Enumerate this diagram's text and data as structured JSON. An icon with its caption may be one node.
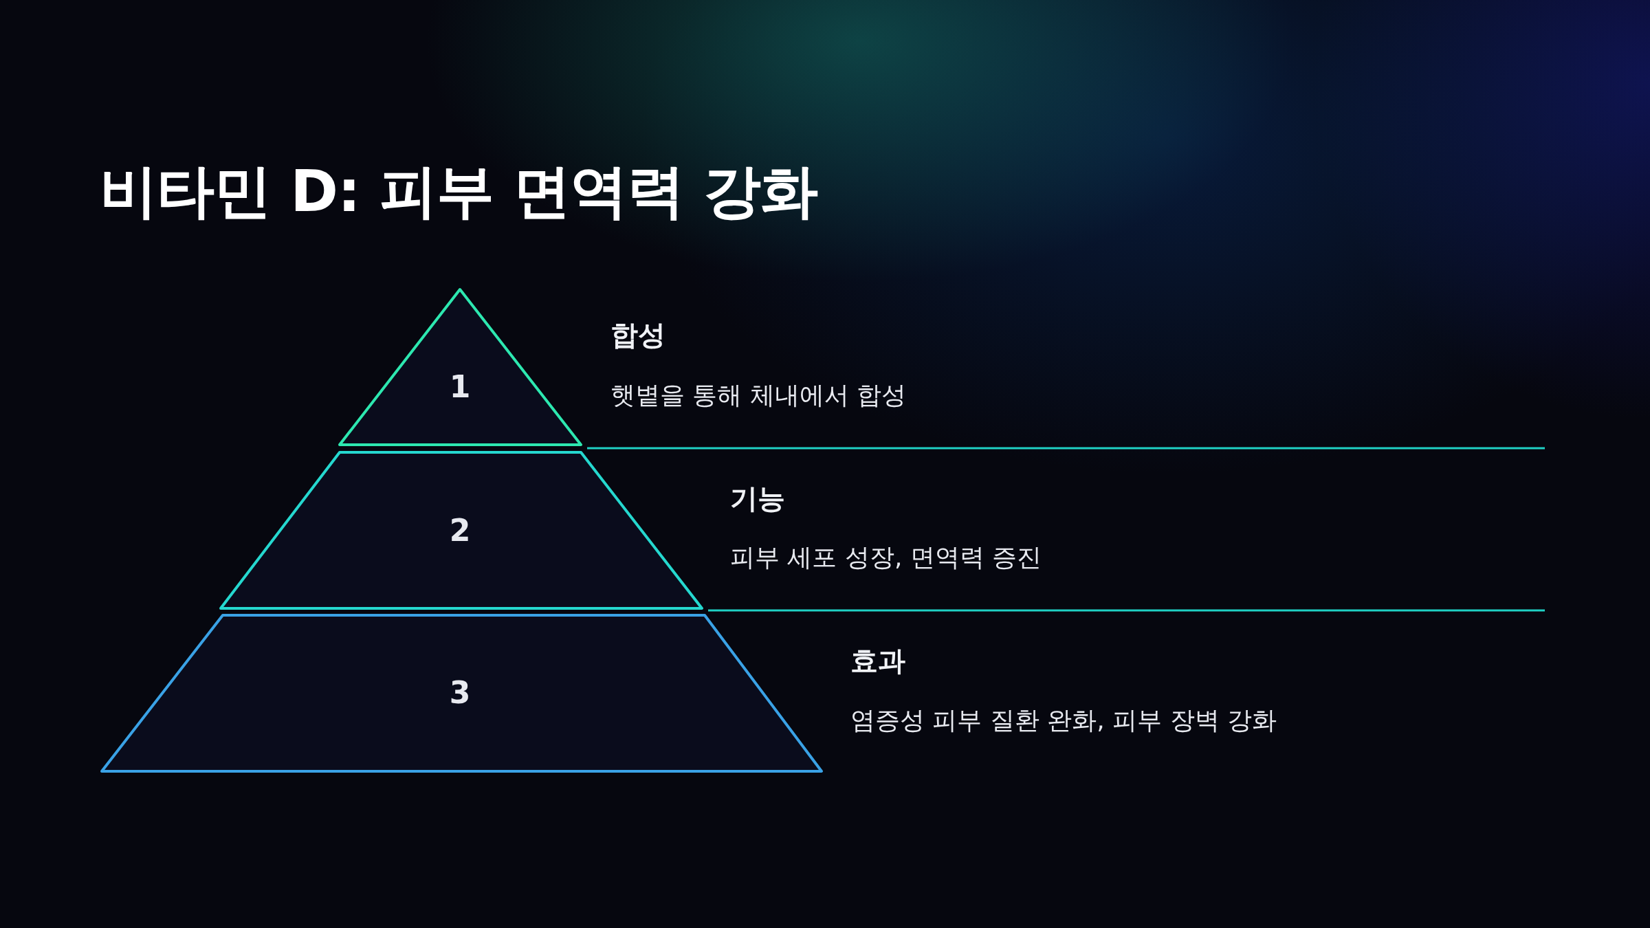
{
  "diagram": {
    "title": "비타민 D: 피부 면역력 강화",
    "nodes": [
      {
        "text": [
          "1"
        ],
        "beside": [
          "합성",
          "햇볕을 통해 체내에서 합성"
        ]
      },
      {
        "text": [
          "2"
        ],
        "beside": [
          "기능",
          "피부 세포 성장, 면역력 증진"
        ]
      },
      {
        "text": [
          "3"
        ],
        "beside": [
          "효과",
          "염증성 피부 질환 완화, 피부 장벽 강화"
        ]
      }
    ]
  }
}
